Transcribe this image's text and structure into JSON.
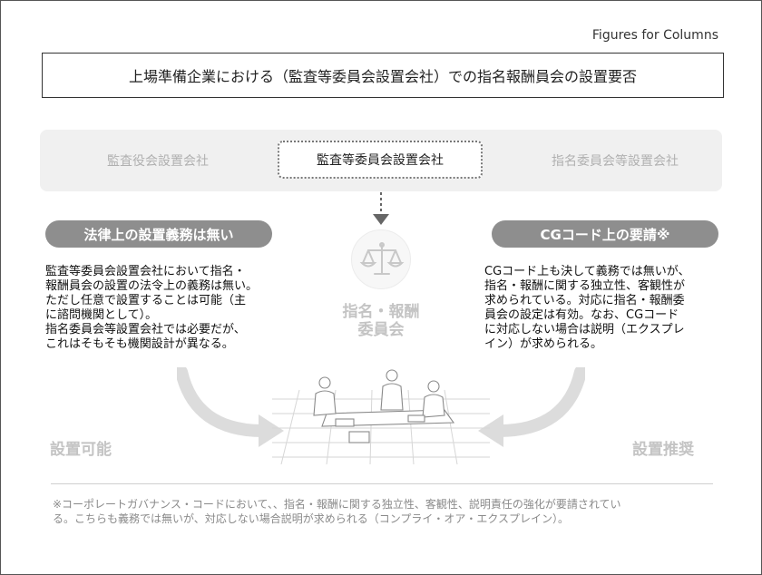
{
  "header_label": "Figures for Columns",
  "title": "上場準備企業における（監査等委員会設置会社）での指名報酬員会の設置要否",
  "company_types": {
    "left": "監査役会設置会社",
    "center": "監査等委員会設置会社",
    "right": "指名委員会等設置会社"
  },
  "left_panel": {
    "heading": "法律上の設置義務は無い",
    "lines": [
      "監査等委員会設置会社において指名・",
      "報酬員会の設置の法令上の義務は無い。",
      "ただし任意で設置することは可能（主",
      "に諮問機関として）。",
      "指名委員会等設置会社では必要だが、",
      "これはそもそも機関設計が異なる。"
    ]
  },
  "right_panel": {
    "heading": "CGコード上の要請※",
    "lines": [
      "CGコード上も決して義務では無いが、",
      "指名・報酬に関する独立性、客観性が",
      "求められている。対応に指名・報酬委",
      "員会の設定は有効。なお、CGコード",
      "に対応しない場合は説明（エクスプレ",
      "イン）が求められる。"
    ]
  },
  "center": {
    "label_line1": "指名・報酬",
    "label_line2": "委員会"
  },
  "bottom": {
    "left_label": "設置可能",
    "right_label": "設置推奨"
  },
  "footnote": {
    "line1": "※コーポレートガバナンス・コードにおいて、、指名・報酬に関する独立性、客観性、説明責任の強化が要請されてい",
    "line2": "る。こちらも義務では無いが、対応しない場合説明が求められる（コンプライ・オア・エクスプレイン）。"
  },
  "colors": {
    "pill": "#8e8e8e",
    "muted_text": "#c4c4c4",
    "panel_bg": "#f0f0f0"
  }
}
